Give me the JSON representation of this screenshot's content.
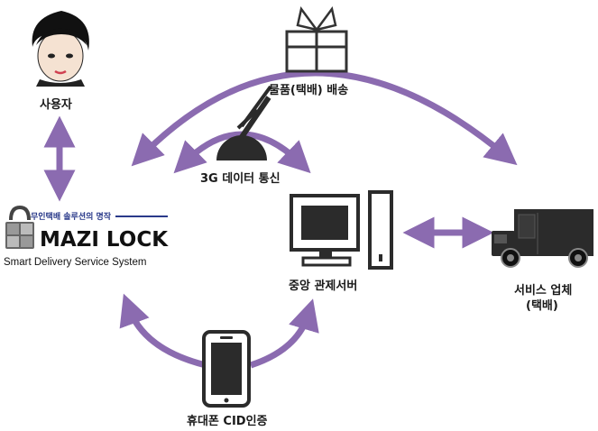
{
  "labels": {
    "user": "사용자",
    "delivery": "물품(택배) 배송",
    "data_comm": "3G 데이터 통신",
    "server": "중앙 관제서버",
    "company_line1": "서비스 업체",
    "company_line2": "(택배)",
    "phone_auth": "휴대폰 CID인증"
  },
  "brand": {
    "tagline": "무인택배 솔루션의 명작",
    "name": "MAZI LOCK",
    "subtitle": "Smart Delivery Service System"
  },
  "colors": {
    "arrow": "#8b6bb0",
    "dark": "#2b2b2b"
  }
}
